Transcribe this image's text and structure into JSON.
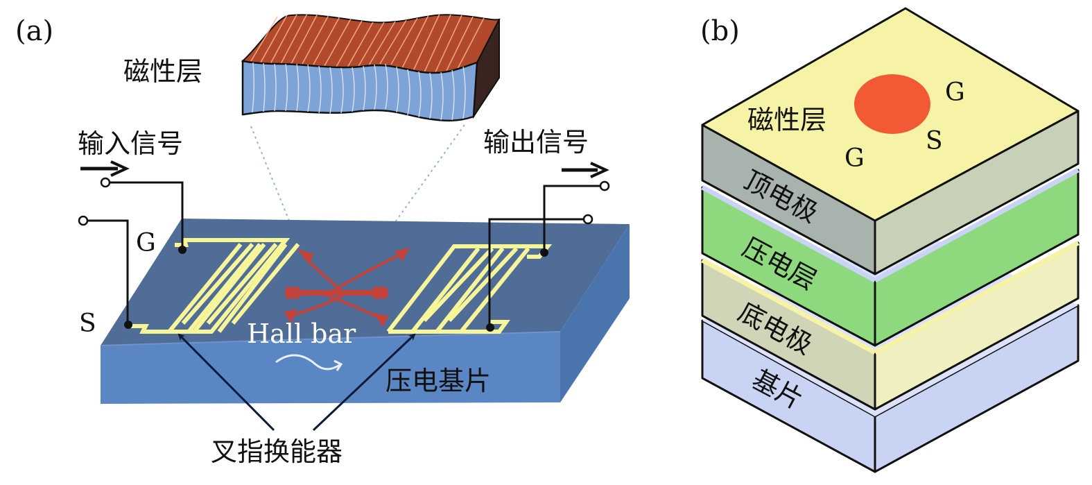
{
  "panel_a": {
    "label": "(a)",
    "magnetic_layer": "磁性层",
    "input_signal": "输入信号",
    "output_signal": "输出信号",
    "ground_label": "G",
    "signal_label": "S",
    "hall_bar": "Hall bar",
    "piezo_substrate": "压电基片",
    "idt": "叉指换能器"
  },
  "panel_b": {
    "label": "(b)",
    "magnetic_layer": "磁性层",
    "g_top": "G",
    "s": "S",
    "g_bottom": "G",
    "layers": [
      "顶电极",
      "压电层",
      "底电极",
      "基片"
    ]
  },
  "colors": {
    "substrate_top": "#4f6d97",
    "substrate_front": "#5b86c4",
    "idt": "#f7f59a",
    "hall_bar": "#c4443c",
    "magnet_top": "#b2492c",
    "magnet_front": "#7ea3d6",
    "magnet_side": "#3a2420",
    "stack_yellow": "#f7f3a6",
    "stack_grey": "#a9b3ad",
    "stack_green": "#8ed87e",
    "stack_blue": "#c9d4f4",
    "dot_red": "#f25a35"
  }
}
